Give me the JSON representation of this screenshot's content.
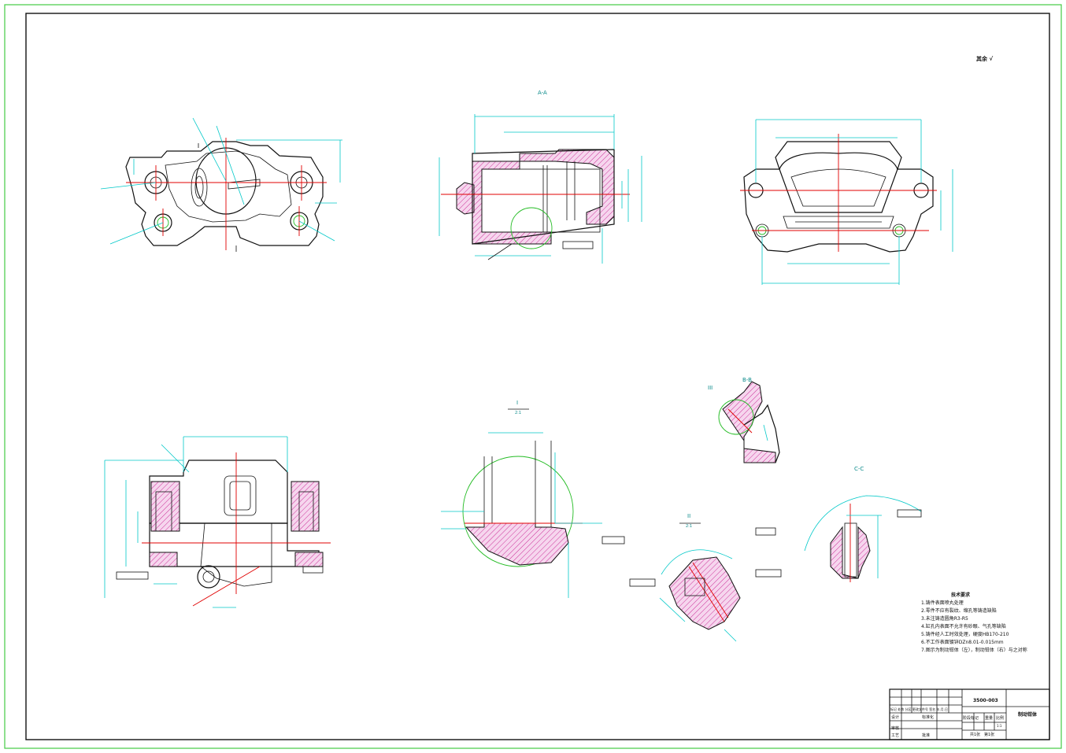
{
  "views": {
    "section_aa": "A-A",
    "detail_i": "I",
    "detail_i_scale": "2:1",
    "section_bb": "B-B",
    "section_cc": "C-C",
    "detail_ii": "II",
    "detail_ii_scale": "2:1",
    "detail_iii": "III"
  },
  "roughness_note": "其余",
  "technical_requirements": {
    "title": "技术要求",
    "items": [
      "1.铸件表面喷丸处理",
      "2.零件不应有裂纹、缩孔等铸造缺陷",
      "3.未注铸造圆角R3-R5",
      "4.缸孔内表面不允许有砂眼、气孔等缺陷",
      "5.铸件经人工时效处理，硬度HB170-210",
      "6.不工作表面镀锌DZn8.01-0.015mm",
      "7.图示为制动钳体（左），制动钳体（右）与之对称"
    ]
  },
  "title_block": {
    "drawing_number": "3500-003",
    "part_name": "制动钳体",
    "design": "设计",
    "check": "审核",
    "process": "工艺",
    "standardization": "标准化",
    "approve": "批准",
    "stage_mark": "阶段标记",
    "weight": "重量",
    "scale_label": "比例",
    "scale_value": "1:1",
    "sheet_total": "共1张",
    "sheet_no": "第1张",
    "revision_header": "标记 处数 分区 更改文件号 签名 年.月.日"
  },
  "colors": {
    "frame": "#44cc44",
    "dimension": "#00c8c8",
    "centerline": "#e00000",
    "outline": "#111111",
    "hatch": "#cc3399"
  }
}
